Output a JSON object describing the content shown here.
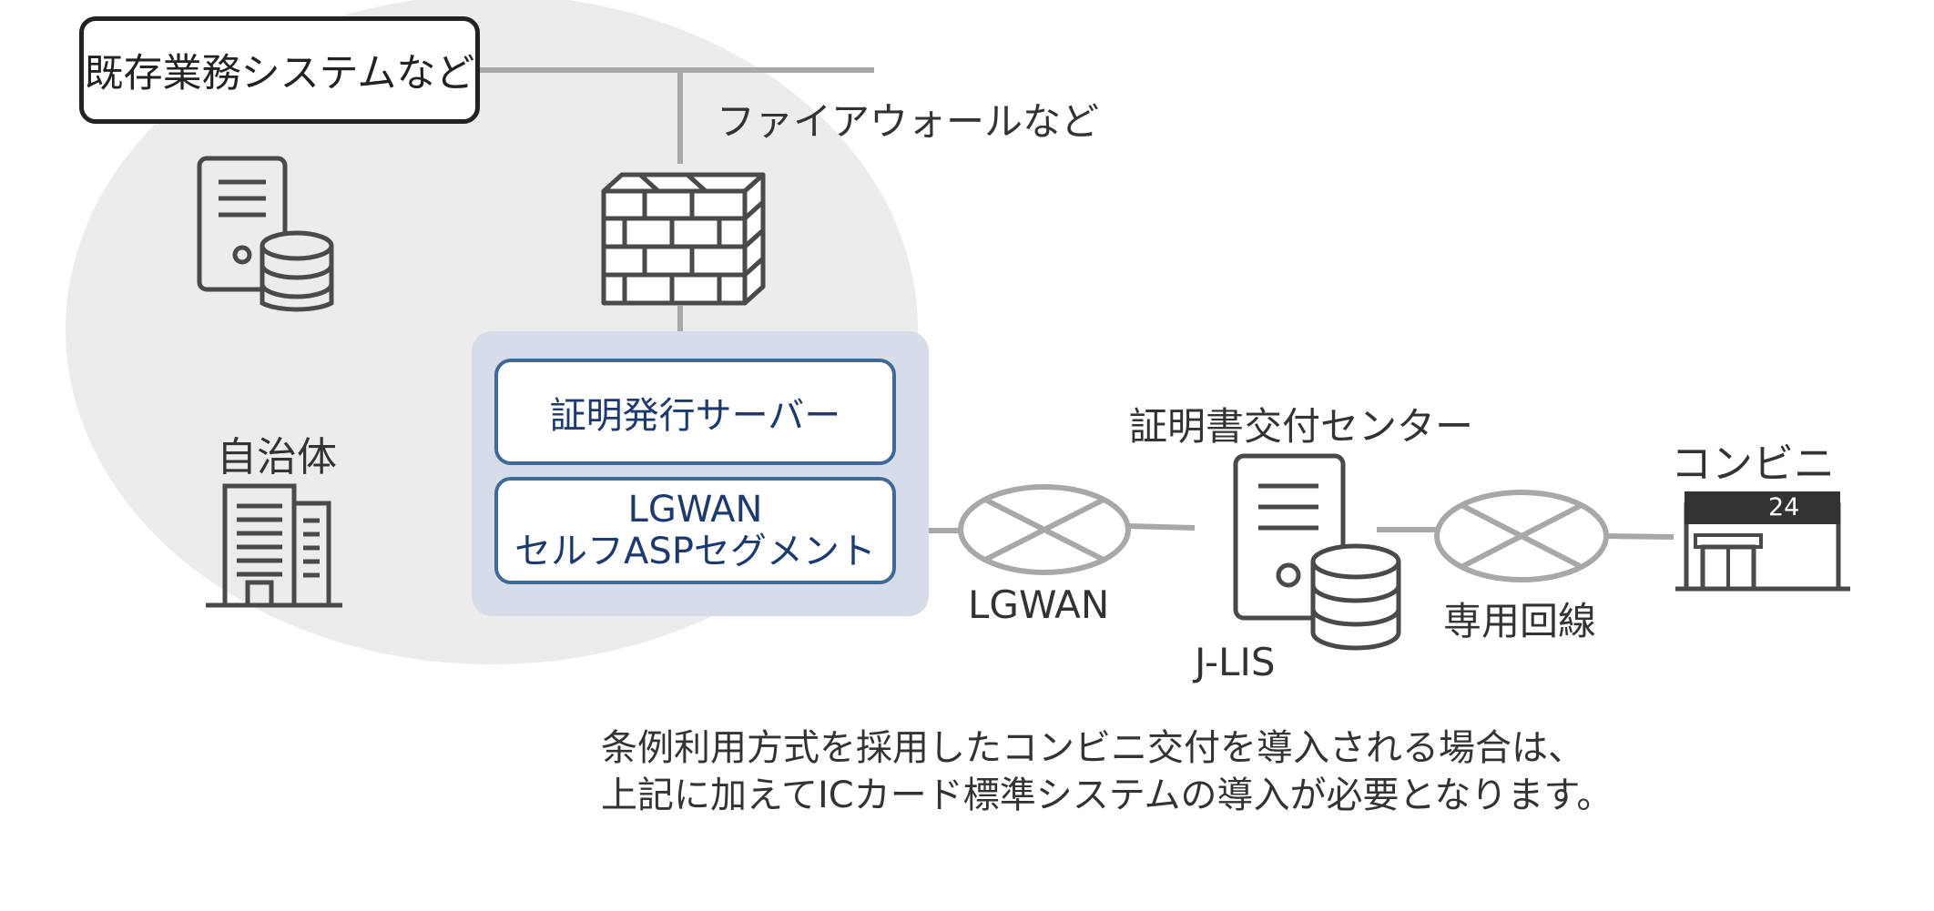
{
  "nodes": {
    "legacy_system": "既存業務システムなど",
    "firewall_label": "ファイアウォールなど",
    "municipality": "自治体",
    "cert_server": "証明発行サーバー",
    "lgwan_asp_line1": "LGWAN",
    "lgwan_asp_line2": "セルフASPセグメント",
    "lgwan_network": "LGWAN",
    "cert_center": "証明書交付センター",
    "jlis": "J-LIS",
    "dedicated_line": "専用回線",
    "convenience_store": "コンビニ",
    "store_sign": "24"
  },
  "note": {
    "line1": "条例利用方式を採用したコンビニ交付を導入される場合は、",
    "line2": "上記に加えてICカード標準システムの導入が必要となります。"
  },
  "icons": [
    "server-database-icon",
    "firewall-icon",
    "office-building-icon",
    "network-cloud-icon",
    "convenience-store-icon"
  ],
  "colors": {
    "municipality_area": "#ececec",
    "segment_background": "#d7dde8",
    "box_border": "#3f6a98",
    "box_text": "#1d3a6e",
    "line": "#a8a8a8",
    "icon_stroke": "#4a4a4a",
    "store_sign": "#333333"
  }
}
